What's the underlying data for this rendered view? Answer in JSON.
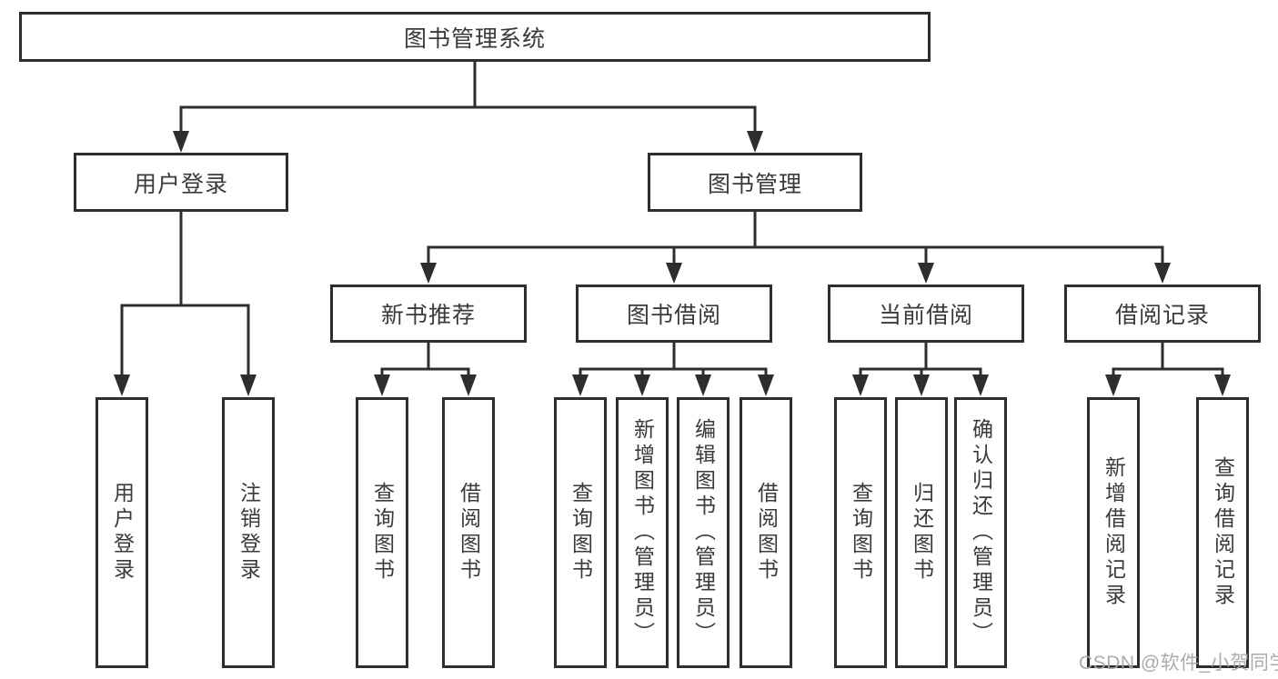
{
  "colors": {
    "line": "#2e2e2e",
    "box_border": "#2e2e2e",
    "box_background": "#ffffff",
    "text": "#3a3a3a",
    "watermark": "#a8a8a8",
    "page_background": "#ffffff"
  },
  "watermark": {
    "text": "CSDN @软件_小贺同学"
  },
  "tree": {
    "label": "图书管理系统",
    "children": [
      {
        "label": "用户登录",
        "children": [
          {
            "label": "用户登录"
          },
          {
            "label": "注销登录"
          }
        ]
      },
      {
        "label": "图书管理",
        "children": [
          {
            "label": "新书推荐",
            "children": [
              {
                "label": "查询图书"
              },
              {
                "label": "借阅图书"
              }
            ]
          },
          {
            "label": "图书借阅",
            "children": [
              {
                "label": "查询图书"
              },
              {
                "label": "新增图书（管理员）"
              },
              {
                "label": "编辑图书（管理员）"
              },
              {
                "label": "借阅图书"
              }
            ]
          },
          {
            "label": "当前借阅",
            "children": [
              {
                "label": "查询图书"
              },
              {
                "label": "归还图书"
              },
              {
                "label": "确认归还（管理员）"
              }
            ]
          },
          {
            "label": "借阅记录",
            "children": [
              {
                "label": "新增借阅记录"
              },
              {
                "label": "查询借阅记录"
              }
            ]
          }
        ]
      }
    ]
  }
}
